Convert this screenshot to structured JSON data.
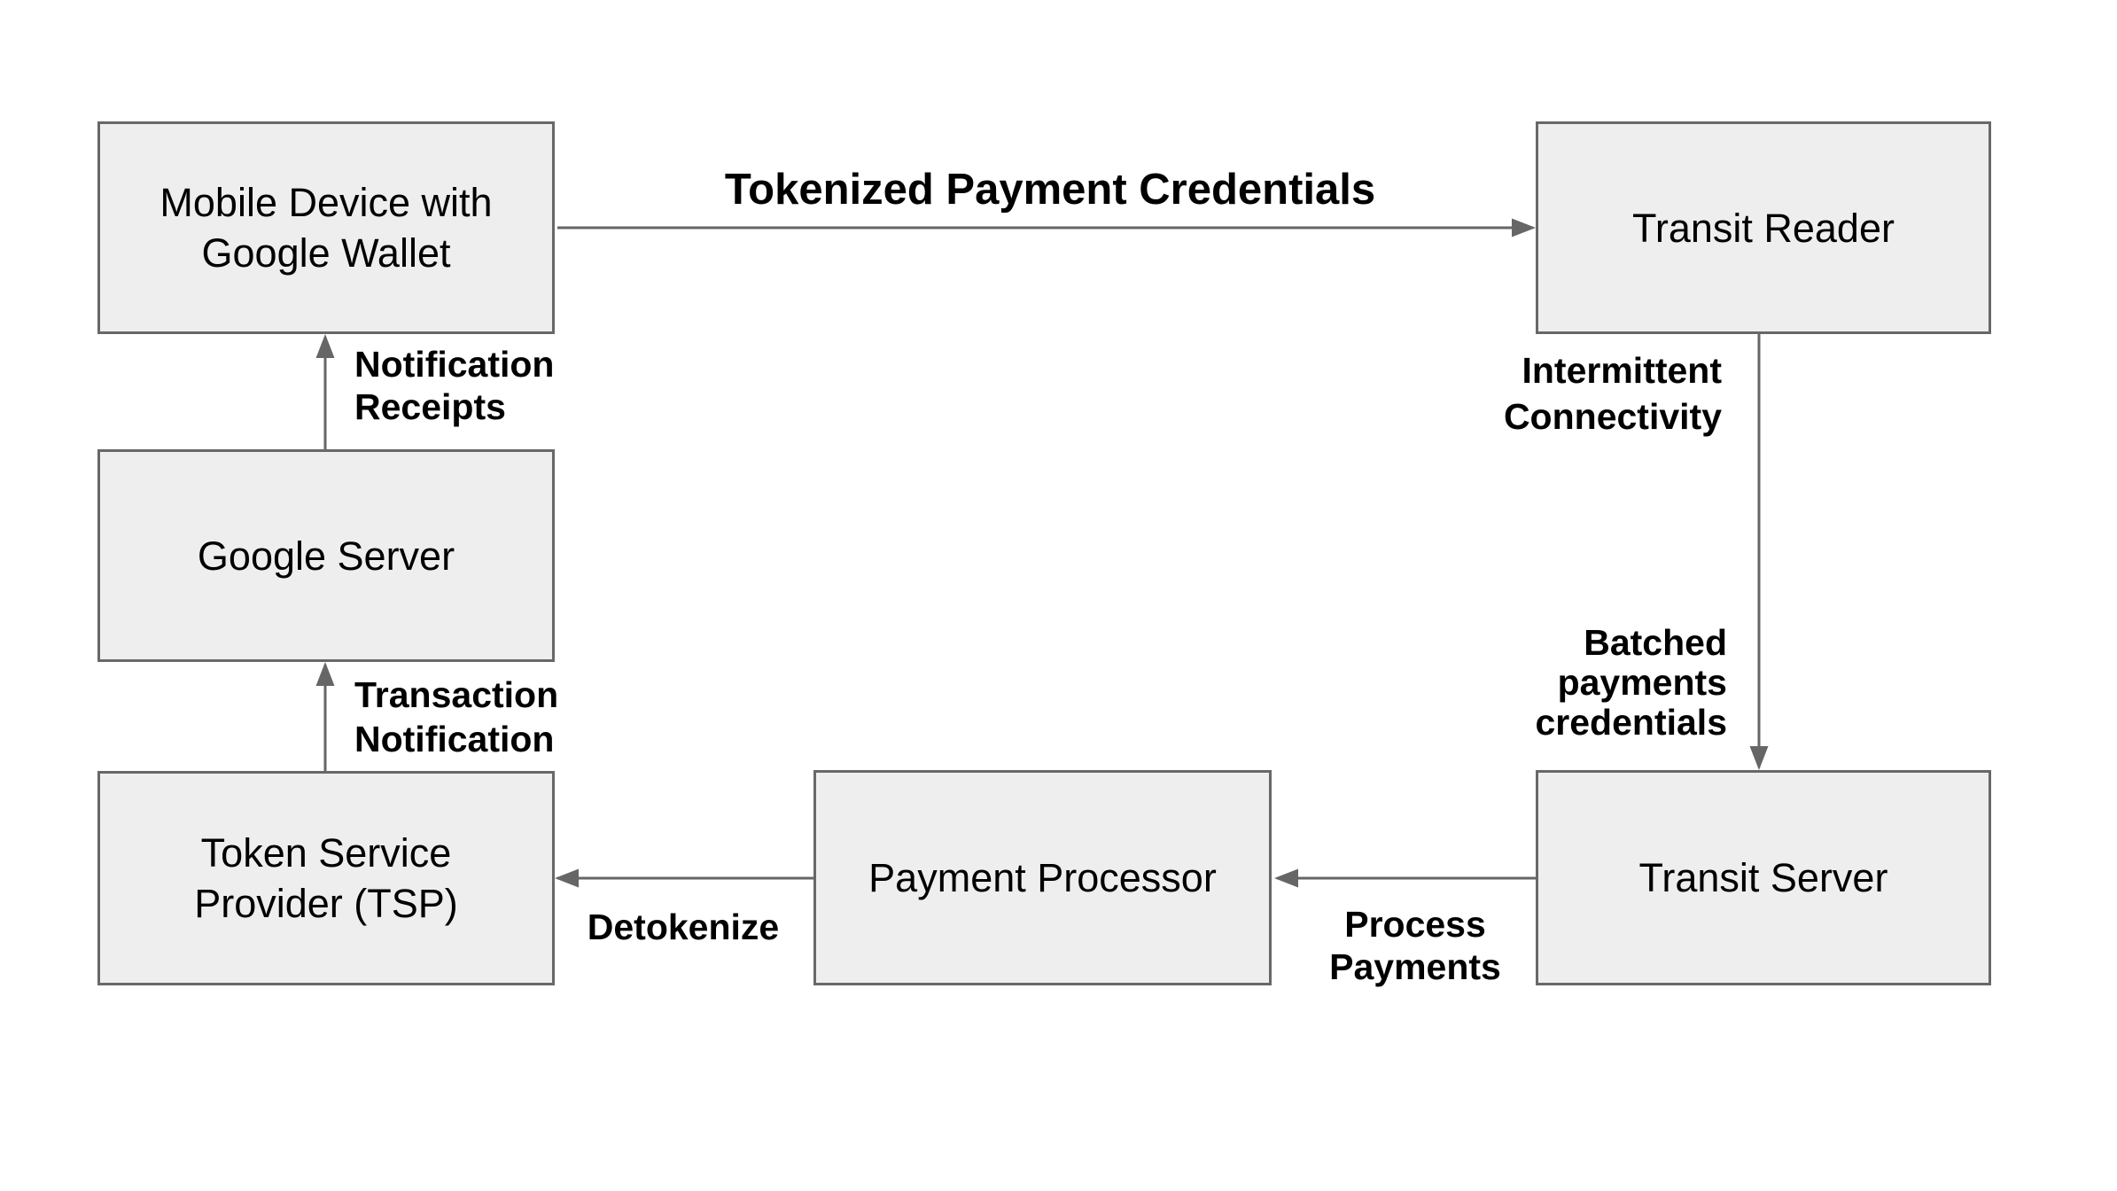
{
  "diagram": {
    "colors": {
      "background": "#ffffff",
      "node_fill": "#eeeeee",
      "node_border": "#686868",
      "arrow": "#666666",
      "text": "#000000"
    },
    "nodes": [
      {
        "id": "mobile-device-with-google-wallet",
        "lines": [
          "Mobile Device with",
          "Google Wallet"
        ]
      },
      {
        "id": "transit-reader",
        "lines": [
          "Transit Reader"
        ]
      },
      {
        "id": "google-server",
        "lines": [
          "Google Server"
        ]
      },
      {
        "id": "token-service-provider-tsp",
        "lines": [
          "Token Service",
          "Provider (TSP)"
        ]
      },
      {
        "id": "payment-processor",
        "lines": [
          "Payment Processor"
        ]
      },
      {
        "id": "transit-server",
        "lines": [
          "Transit Server"
        ]
      }
    ],
    "edges": [
      {
        "from": "mobile-device-with-google-wallet",
        "to": "transit-reader",
        "label_lines": [
          "Tokenized Payment Credentials"
        ]
      },
      {
        "from": "transit-reader",
        "to": "transit-server",
        "label_lines": [
          "Intermittent",
          "Connectivity"
        ],
        "label2_lines": [
          "Batched",
          "payments",
          "credentials"
        ]
      },
      {
        "from": "transit-server",
        "to": "payment-processor",
        "label_lines": [
          "Process",
          "Payments"
        ]
      },
      {
        "from": "payment-processor",
        "to": "token-service-provider-tsp",
        "label_lines": [
          "Detokenize"
        ]
      },
      {
        "from": "token-service-provider-tsp",
        "to": "google-server",
        "label_lines": [
          "Transaction",
          "Notification"
        ]
      },
      {
        "from": "google-server",
        "to": "mobile-device-with-google-wallet",
        "label_lines": [
          "Notification",
          "Receipts"
        ]
      }
    ]
  }
}
